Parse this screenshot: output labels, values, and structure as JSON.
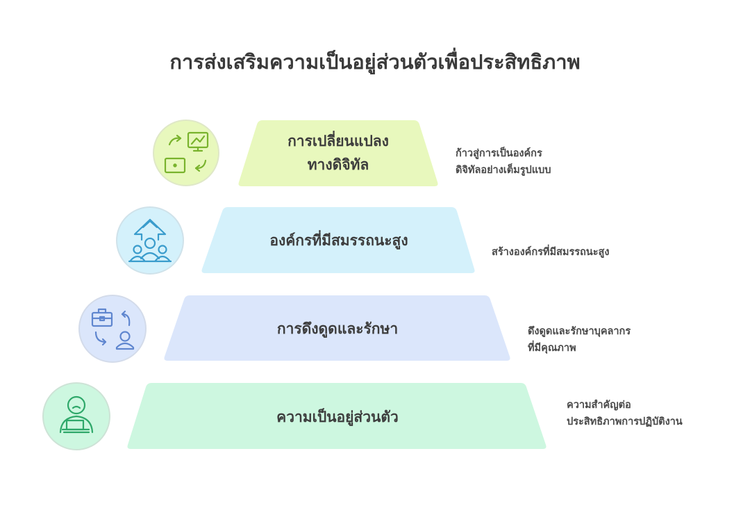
{
  "title": "การส่งเสริมความเป็นอยู่ส่วนตัวเพื่อประสิทธิภาพ",
  "colors": {
    "title": "#3a3a3a",
    "tier1_fill": "#e8f8bd",
    "tier1_icon": "#79b32d",
    "tier2_fill": "#d4f1fb",
    "tier2_icon": "#3a9ccc",
    "tier3_fill": "#dbe6fb",
    "tier3_icon": "#5f86cf",
    "tier4_fill": "#cdf7e0",
    "tier4_icon": "#2fa86a"
  },
  "tiers": [
    {
      "label_line1": "การเปลี่ยนแปลง",
      "label_line2": "ทางดิจิทัล",
      "desc_line1": "ก้าวสู่การเป็นองค์กร",
      "desc_line2": "ดิจิทัลอย่างเต็มรูปแบบ",
      "icon": "digital-transformation-icon"
    },
    {
      "label_line1": "องค์กรที่มีสมรรถนะสูง",
      "desc_line1": "สร้างองค์กรที่มีสมรรถนะสูง",
      "icon": "team-growth-icon"
    },
    {
      "label_line1": "การดึงดูดและรักษา",
      "desc_line1": "ดึงดูดและรักษาบุคลากร",
      "desc_line2": "ที่มีคุณภาพ",
      "icon": "talent-exchange-icon"
    },
    {
      "label_line1": "ความเป็นอยู่ส่วนตัว",
      "desc_line1": "ความสำคัญต่อ",
      "desc_line2": "ประสิทธิภาพการปฏิบัติงาน",
      "icon": "person-at-desk-icon"
    }
  ]
}
